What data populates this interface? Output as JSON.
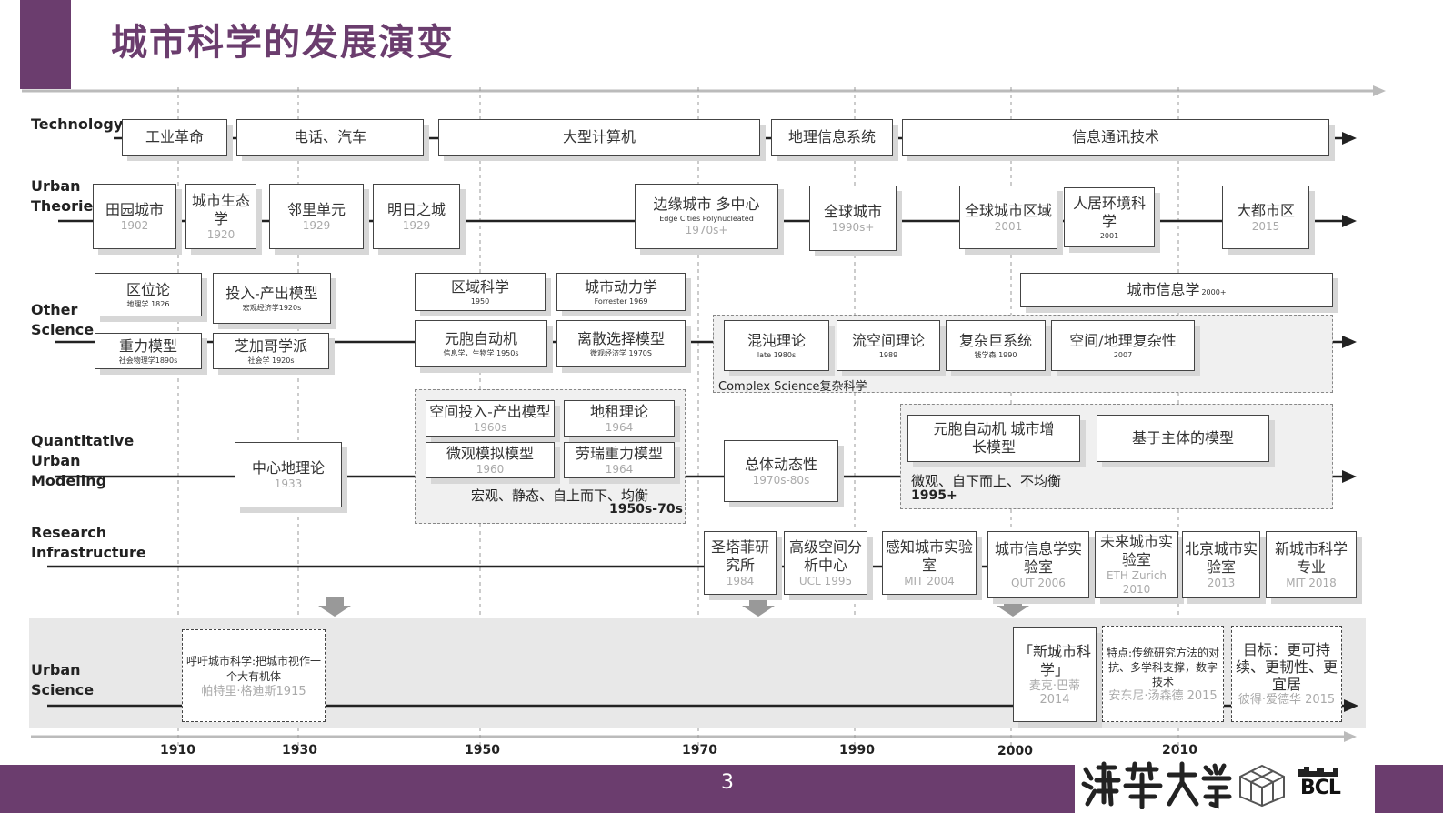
{
  "title": "城市科学的发展演变",
  "rows": {
    "technology": "Technology",
    "urban_theories": "Urban Theories",
    "other_science": "Other Science",
    "qum": "Quantitative Urban Modeling",
    "research_infra": "Research Infrastructure",
    "urban_science": "Urban Science"
  },
  "technology": [
    "工业革命",
    "电话、汽车",
    "大型计算机",
    "地理信息系统",
    "信息通讯技术"
  ],
  "theories": [
    {
      "t": "田园城市",
      "s": "1902"
    },
    {
      "t": "城市生态学",
      "s": "1920"
    },
    {
      "t": "邻里单元",
      "s": "1929"
    },
    {
      "t": "明日之城",
      "s": "1929"
    },
    {
      "t": "边缘城市 多中心",
      "m": "Edge Cities Polynucleated",
      "s": "1970s+"
    },
    {
      "t": "全球城市",
      "s": "1990s+"
    },
    {
      "t": "全球城市区域",
      "s": "2001"
    },
    {
      "t": "人居环境科学",
      "s": "2001"
    },
    {
      "t": "大都市区",
      "s": "2015"
    }
  ],
  "other_science": [
    {
      "t": "区位论",
      "m": "地理学 1826"
    },
    {
      "t": "投入-产出模型",
      "m": "宏观经济学1920s"
    },
    {
      "t": "重力模型",
      "m": "社会物理学1890s"
    },
    {
      "t": "芝加哥学派",
      "m": "社会学 1920s"
    },
    {
      "t": "区域科学",
      "m": "1950"
    },
    {
      "t": "城市动力学",
      "m": "Forrester 1969"
    },
    {
      "t": "元胞自动机",
      "m": "信息学，生物学 1950s"
    },
    {
      "t": "离散选择模型",
      "m": "微观经济学 1970S"
    },
    {
      "t": "城市信息学",
      "m": "2000+"
    },
    {
      "t": "混沌理论",
      "m": "late 1980s"
    },
    {
      "t": "流空间理论",
      "m": "1989"
    },
    {
      "t": "复杂巨系统",
      "m": "钱学森 1990"
    },
    {
      "t": "空间/地理复杂性",
      "m": "2007"
    }
  ],
  "complex_science": "Complex Science复杂科学",
  "qum": [
    {
      "t": "中心地理论",
      "s": "1933"
    },
    {
      "t": "空间投入-产出模型",
      "s": "1960s"
    },
    {
      "t": "地租理论",
      "s": "1964"
    },
    {
      "t": "微观模拟模型",
      "s": "1960"
    },
    {
      "t": "劳瑞重力模型",
      "s": "1964"
    },
    {
      "t": "总体动态性",
      "s": "1970s-80s"
    },
    {
      "t": "元胞自动机 城市增长模型"
    },
    {
      "t": "基于主体的模型"
    }
  ],
  "qum_notes": {
    "macro": "宏观、静态、自上而下、均衡",
    "macro_period": "1950s-70s",
    "micro": "微观、自下而上、不均衡",
    "micro_period": "1995+"
  },
  "infra": [
    {
      "t": "圣塔菲研究所",
      "s": "1984"
    },
    {
      "t": "高级空间分析中心",
      "s": "UCL 1995"
    },
    {
      "t": "感知城市实验室",
      "s": "MIT 2004"
    },
    {
      "t": "城市信息学实验室",
      "s": "QUT 2006"
    },
    {
      "t": "未来城市实验室",
      "s": "ETH Zurich 2010"
    },
    {
      "t": "北京城市实验室",
      "s": "2013"
    },
    {
      "t": "新城市科学专业",
      "s": "MIT 2018"
    }
  ],
  "urban_science": [
    {
      "t": "呼吁城市科学:把城市视作一个大有机体",
      "s": "帕特里·格迪斯1915"
    },
    {
      "t": "「新城市科学」",
      "s": "麦克·巴蒂 2014"
    },
    {
      "t": "特点:传统研究方法的对抗、多学科支撑，数字技术",
      "s": "安东尼·汤森德 2015"
    },
    {
      "t": "目标：更可持续、更韧性、更宜居",
      "s": "彼得·爱德华 2015"
    }
  ],
  "axis_ticks": [
    "1910",
    "1930",
    "1950",
    "1970",
    "1990",
    "2000",
    "2010"
  ],
  "page_number": "3",
  "logo_text": "BCL",
  "colors": {
    "accent": "#6b3d6e",
    "line": "#222222",
    "shadow": "#d7d7d7"
  }
}
